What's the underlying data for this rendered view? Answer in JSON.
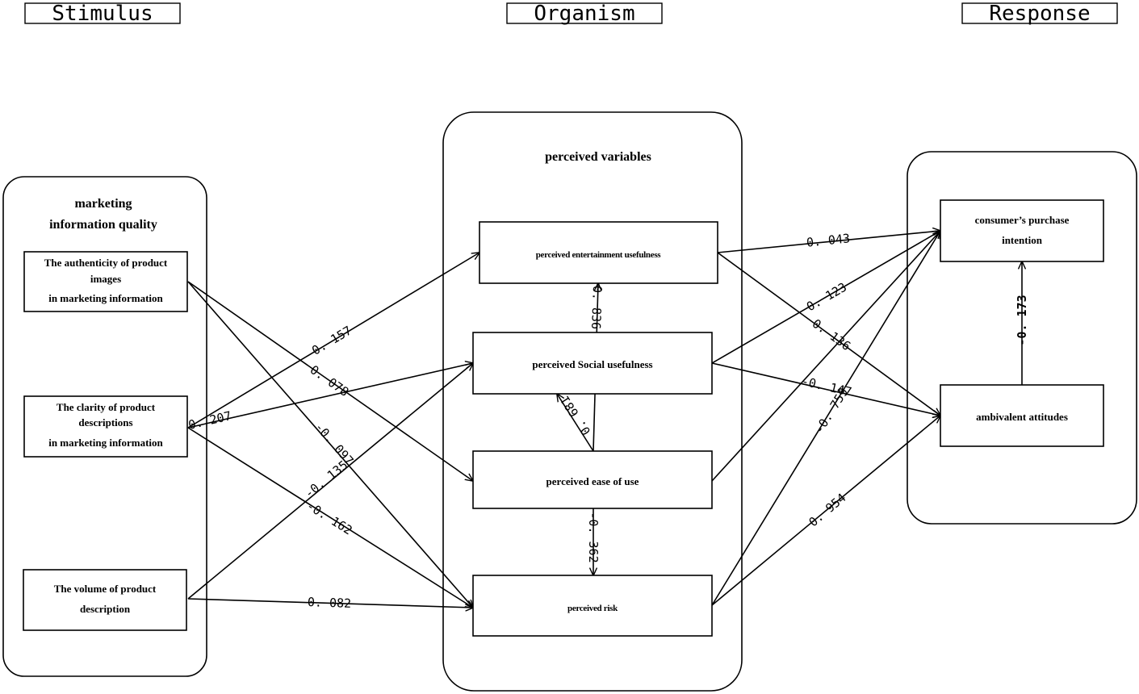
{
  "headers": {
    "stimulus": "Stimulus",
    "organism": "Organism",
    "response": "Response"
  },
  "groups": {
    "left": [
      "marketing",
      "information quality"
    ],
    "middle": "perceived variables"
  },
  "nodes": {
    "authenticity": [
      "The authenticity of product",
      "images",
      "in marketing information"
    ],
    "clarity": [
      "The clarity of product",
      "descriptions",
      "in marketing information"
    ],
    "volume": [
      "The volume of product",
      "description"
    ],
    "entertainment": "perceived entertainment usefulness",
    "social": "perceived Social usefulness",
    "ease": "perceived ease of use",
    "risk": "perceived risk",
    "purchase": [
      "consumer’s purchase",
      "intention"
    ],
    "ambivalent": "ambivalent attitudes"
  },
  "coefficients": {
    "clarity_entertainment": "0. 157",
    "auth_ease": "0. 078",
    "clarity_social": "0. 207",
    "auth_risk": "-0. 097",
    "volume_social": "-0. 135",
    "clarity_risk": "-0. 162",
    "volume_risk": "0. 082",
    "ease_entertainment": "0. 836",
    "ease_social": "0. 681",
    "ease_risk": "-0. 362",
    "entertainment_purchase": "0. 043",
    "social_purchase": "0. 123",
    "entertainment_ambivalent": "0. 136",
    "social_ambivalent": "-0. 147",
    "risk_purchase": "-0. 759",
    "risk_ambivalent": "0. 954",
    "ambivalent_purchase": "-0. 173"
  }
}
